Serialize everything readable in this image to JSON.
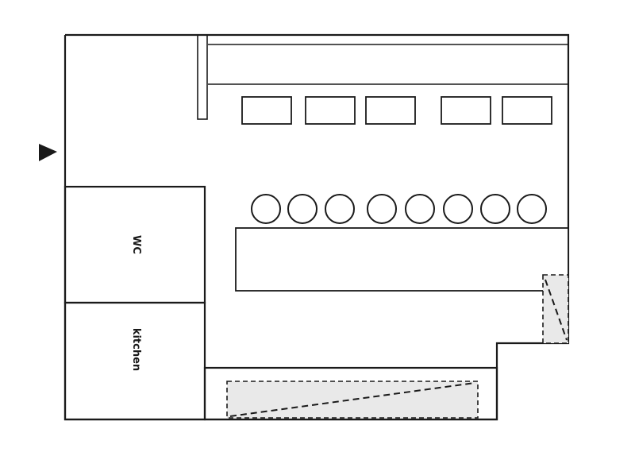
{
  "rooms": {
    "wc": {
      "label": "WC"
    },
    "kitchen": {
      "label": "kitchen"
    }
  },
  "counts": {
    "tables": 5,
    "bar_stools": 8
  },
  "icons": {
    "entrance": "triangle-arrow-right"
  },
  "colors": {
    "line": "#1a1a1a",
    "hatch_fill": "#e9e9e9",
    "background": "#ffffff"
  }
}
